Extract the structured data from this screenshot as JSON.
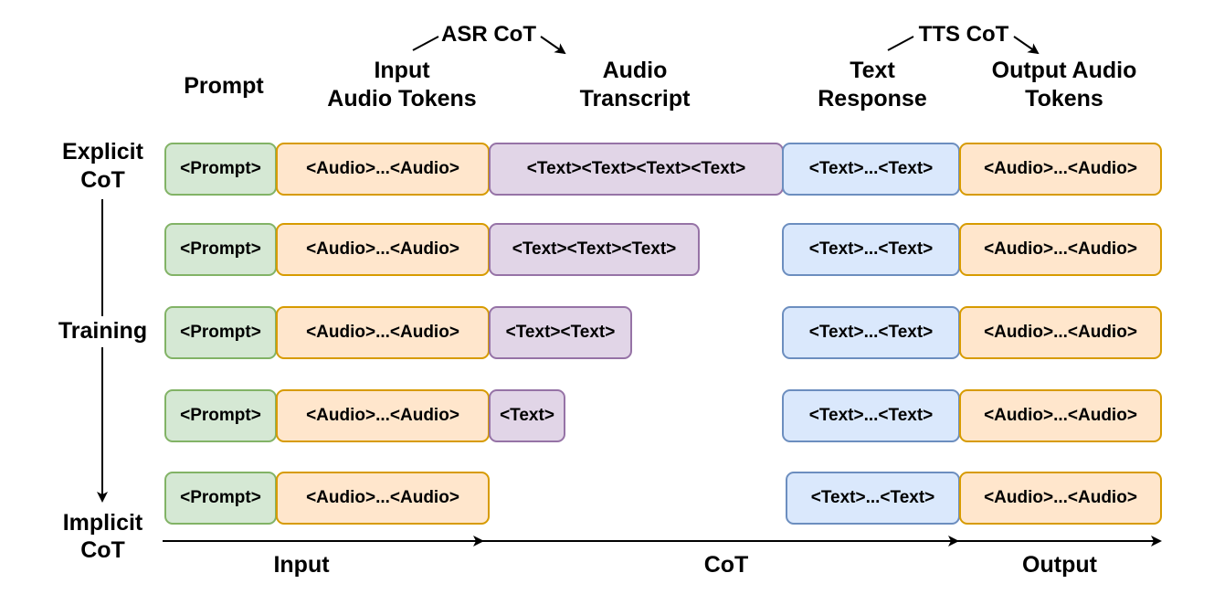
{
  "headers": {
    "prompt": "Prompt",
    "input_audio": "Input\nAudio Tokens",
    "audio_transcript": "Audio\nTranscript",
    "text_response": "Text\nResponse",
    "output_audio": "Output Audio\nTokens",
    "asr_cot": "ASR CoT",
    "tts_cot": "TTS CoT"
  },
  "side": {
    "explicit": "Explicit\nCoT",
    "training": "Training",
    "implicit": "Implicit\nCoT"
  },
  "axis": {
    "input": "Input",
    "cot": "CoT",
    "output": "Output"
  },
  "rows": [
    {
      "prompt": "<Prompt>",
      "audio_in": "<Audio>...<Audio>",
      "transcript": "<Text><Text><Text><Text>",
      "response": "<Text>...<Text>",
      "audio_out": "<Audio>...<Audio>"
    },
    {
      "prompt": "<Prompt>",
      "audio_in": "<Audio>...<Audio>",
      "transcript": "<Text><Text><Text>",
      "response": "<Text>...<Text>",
      "audio_out": "<Audio>...<Audio>"
    },
    {
      "prompt": "<Prompt>",
      "audio_in": "<Audio>...<Audio>",
      "transcript": "<Text><Text>",
      "response": "<Text>...<Text>",
      "audio_out": "<Audio>...<Audio>"
    },
    {
      "prompt": "<Prompt>",
      "audio_in": "<Audio>...<Audio>",
      "transcript": "<Text>",
      "response": "<Text>...<Text>",
      "audio_out": "<Audio>...<Audio>"
    },
    {
      "prompt": "<Prompt>",
      "audio_in": "<Audio>...<Audio>",
      "transcript": "",
      "response": "<Text>...<Text>",
      "audio_out": "<Audio>...<Audio>"
    }
  ]
}
